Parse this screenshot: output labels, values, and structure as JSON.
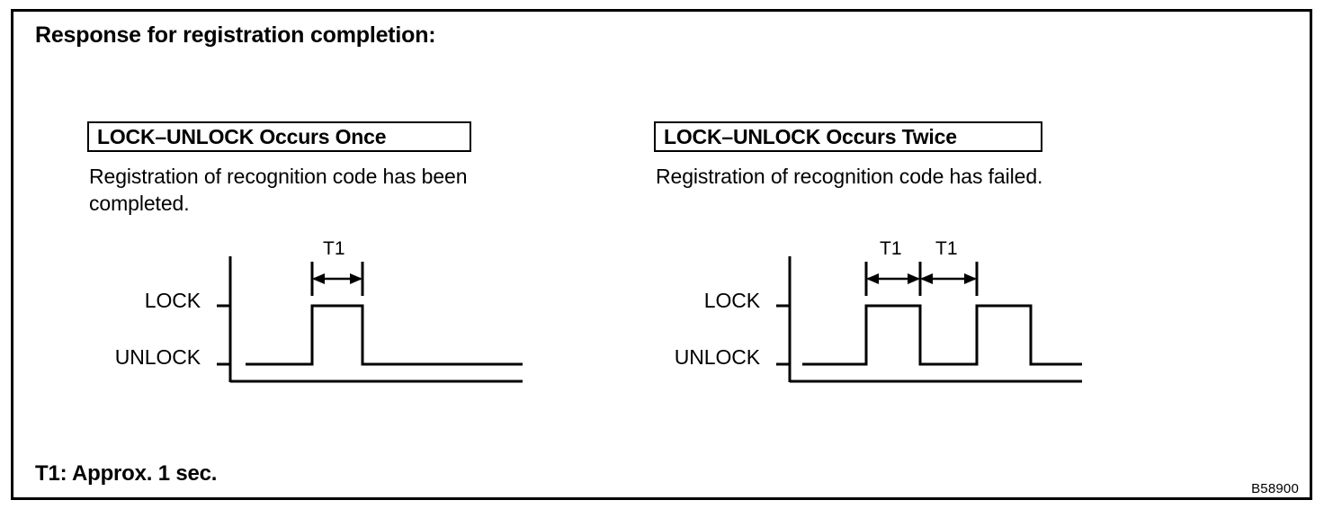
{
  "title": "Response for registration completion:",
  "footer_note": "T1: Approx. 1 sec.",
  "corner_code": "B58900",
  "colors": {
    "ink": "#000000",
    "background": "#ffffff"
  },
  "panels": [
    {
      "heading": "LOCK–UNLOCK Occurs Once",
      "description": "Registration of recognition code has been completed.",
      "chart_data": {
        "type": "line",
        "title": "LOCK–UNLOCK Occurs Once",
        "xlabel": "",
        "ylabel": "",
        "grid": false,
        "legend": "none",
        "states": [
          "UNLOCK",
          "LOCK"
        ],
        "tick_labels": [
          "LOCK",
          "UNLOCK"
        ],
        "pulse_count": 1,
        "annotations": [
          "T1"
        ],
        "series": [
          {
            "name": "LOCK-UNLOCK signal",
            "points": [
              {
                "x": 0,
                "state": "UNLOCK"
              },
              {
                "x": 32,
                "state": "UNLOCK"
              },
              {
                "x": 32,
                "state": "LOCK"
              },
              {
                "x": 52,
                "state": "LOCK"
              },
              {
                "x": 52,
                "state": "UNLOCK"
              },
              {
                "x": 114,
                "state": "UNLOCK"
              }
            ]
          }
        ]
      }
    },
    {
      "heading": "LOCK–UNLOCK Occurs Twice",
      "description": "Registration of recognition code has failed.",
      "chart_data": {
        "type": "line",
        "title": "LOCK–UNLOCK Occurs Twice",
        "xlabel": "",
        "ylabel": "",
        "grid": false,
        "legend": "none",
        "states": [
          "UNLOCK",
          "LOCK"
        ],
        "tick_labels": [
          "LOCK",
          "UNLOCK"
        ],
        "pulse_count": 2,
        "annotations": [
          "T1",
          "T1"
        ],
        "series": [
          {
            "name": "LOCK-UNLOCK signal",
            "points": [
              {
                "x": 0,
                "state": "UNLOCK"
              },
              {
                "x": 30,
                "state": "UNLOCK"
              },
              {
                "x": 30,
                "state": "LOCK"
              },
              {
                "x": 51,
                "state": "LOCK"
              },
              {
                "x": 51,
                "state": "UNLOCK"
              },
              {
                "x": 73,
                "state": "UNLOCK"
              },
              {
                "x": 73,
                "state": "LOCK"
              },
              {
                "x": 94,
                "state": "LOCK"
              },
              {
                "x": 94,
                "state": "UNLOCK"
              },
              {
                "x": 114,
                "state": "UNLOCK"
              }
            ]
          }
        ]
      }
    }
  ],
  "labels": {
    "lock": "LOCK",
    "unlock": "UNLOCK",
    "t1": "T1"
  }
}
